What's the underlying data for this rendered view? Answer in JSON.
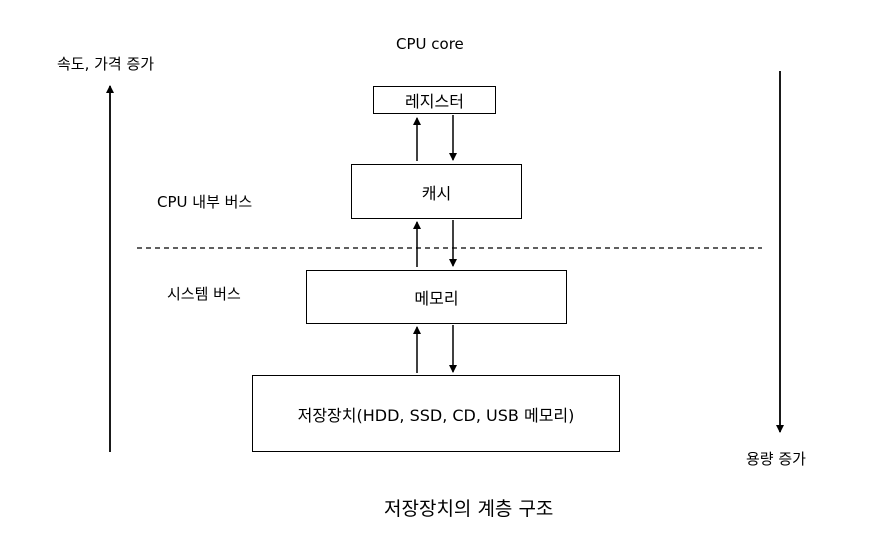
{
  "labels": {
    "cpu_core": "CPU core",
    "speed_cost": "속도, 가격 증가",
    "capacity": "용량 증가",
    "cpu_internal_bus": "CPU 내부 버스",
    "system_bus": "시스템 버스"
  },
  "boxes": {
    "register": "레지스터",
    "cache": "캐시",
    "memory": "메모리",
    "storage": "저장장치(HDD, SSD, CD, USB 메모리)"
  },
  "caption": "저장장치의 계층 구조"
}
